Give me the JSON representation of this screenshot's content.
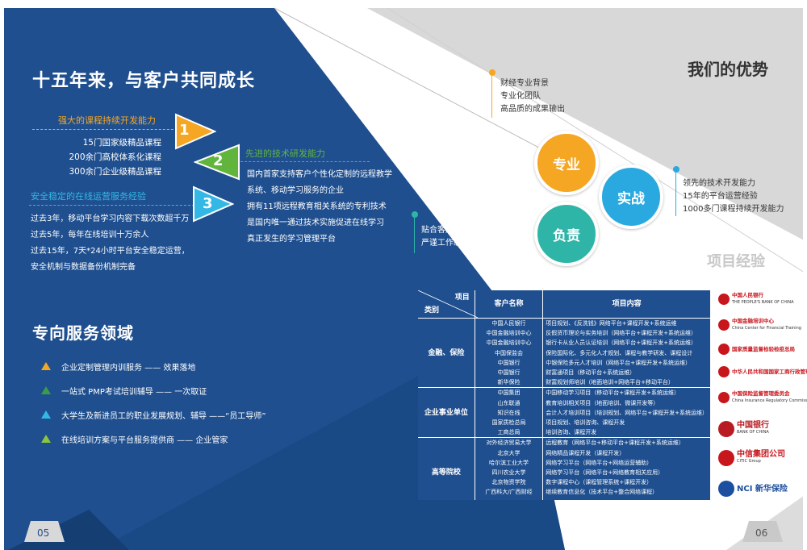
{
  "left": {
    "title": "十五年来，与客户共同成长",
    "item1": {
      "heading": "强大的课程持续开发能力",
      "num": "1",
      "lines": [
        "15门国家级精品课程",
        "200余门高校体系化课程",
        "300余门企业级精品课程"
      ]
    },
    "item2": {
      "heading": "先进的技术研发能力",
      "num": "2",
      "lines": [
        "国内首家支持客户个性化定制的远程教学",
        "系统、移动学习服务的企业",
        "拥有11项远程教育相关系统的专利技术",
        "是国内唯一通过技术实施促进在线学习",
        "真正发生的学习管理平台"
      ]
    },
    "item3": {
      "heading": "安全稳定的在线运营服务经验",
      "num": "3",
      "lines": [
        "过去3年，移动平台学习内容下载次数超千万",
        "过去5年，每年在线培训十万余人",
        "过去15年，7天*24小时平台安全稳定运营，",
        "安全机制与数据备份机制完备"
      ]
    },
    "service_title": "专向服务领域",
    "services": [
      {
        "text": "企业定制管理内训服务 —— 效果落地",
        "color": "#f5a623"
      },
      {
        "text": "一站式 PMP考试培训辅导 —— 一次取证",
        "color": "#3a9c4a"
      },
      {
        "text": "大学生及新进员工的职业发展规划、辅导 ——“员工导师”",
        "color": "#33b8e6"
      },
      {
        "text": "在线培训方案与平台服务提供商 —— 企业管家",
        "color": "#8cc63f"
      }
    ],
    "page_num": "05"
  },
  "right": {
    "title": "我们的优势",
    "circles": {
      "zhuanye": {
        "label": "专业",
        "color": "#f5a623"
      },
      "shizhan": {
        "label": "实战",
        "color": "#29a9e0"
      },
      "fuze": {
        "label": "负责",
        "color": "#2eb5a8"
      }
    },
    "note_zhuanye": [
      "财经专业背景",
      "专业化团队",
      "高品质的成果输出"
    ],
    "note_shizhan": [
      "领先的技术开发能力",
      "15年的平台运营经验",
      "1000多门课程持续开发能力"
    ],
    "note_fuze": [
      "贴合客户需求，提升客户需求",
      "严谨工作态度，确保稳定运营"
    ],
    "project_title": "项目经验",
    "table": {
      "corner_top": "项目",
      "corner_bottom": "类别",
      "col_client": "客户名称",
      "col_content": "项目内容",
      "groups": [
        {
          "name": "金融、保险",
          "rows": [
            [
              "中国人民银行",
              "项目规划、《反洗钱》网络平台+课程开发+系统运维"
            ],
            [
              "中国金融培训中心",
              "反假货币理论与实务培训（网络平台+课程开发+系统运维）"
            ],
            [
              "中国金融培训中心",
              "银行卡从业人员认证培训（网络平台+课程开发+系统运维）"
            ],
            [
              "中国保监会",
              "保险国际化、多元化人才规划、课程与教学研发、课程设计"
            ],
            [
              "中国银行",
              "中银保险多元人才培训（网络平台+课程开发+系统运维）"
            ],
            [
              "中国银行",
              "财富通项目（移动平台+系统运维）"
            ],
            [
              "新华保险",
              "财富规划师培训（地面培训+网络平台+移动平台）"
            ]
          ]
        },
        {
          "name": "企业事业单位",
          "rows": [
            [
              "中国集团",
              "中国移动学习项目（移动平台+课程开发+系统运维）"
            ],
            [
              "山东联通",
              "教育培训相关项目（地面培训、微课开发等）"
            ],
            [
              "知识在线",
              "会计人才培训项目（培训规划、网络平台+课程开发+系统运维）"
            ],
            [
              "国家质检总局",
              "项目规划、培训咨询、课程开发"
            ],
            [
              "工商总局",
              "培训咨询、课程开发"
            ]
          ]
        },
        {
          "name": "高等院校",
          "rows": [
            [
              "对外经济贸易大学",
              "远程教育（网络平台+移动平台+课程开发+系统运维）"
            ],
            [
              "北京大学",
              "网络精品课程开发（课程开发）"
            ],
            [
              "哈尔滨工业大学",
              "网络学习平台（网络平台+网络运营辅助）"
            ],
            [
              "四川农业大学",
              "网络学习平台（网络平台+网络教育相关应用）"
            ],
            [
              "北京物资学院",
              "数字课程中心（课程管理系统+课程开发）"
            ],
            [
              "广西科大/广西财经",
              "继续教育信息化（技术平台+整合网络课程）"
            ],
            [
              "……",
              ""
            ]
          ]
        }
      ]
    },
    "logos": [
      {
        "name": "中国人民银行",
        "sub": "THE PEOPLE'S BANK OF CHINA",
        "color": "#c8161d"
      },
      {
        "name": "中国金融培训中心",
        "sub": "China Center for Financial Training",
        "color": "#c8161d"
      },
      {
        "name": "国家质量监督检验检疫总局",
        "sub": "",
        "color": "#c8161d"
      },
      {
        "name": "中华人民共和国国家工商行政管理总局",
        "sub": "",
        "color": "#c8161d"
      },
      {
        "name": "中国保险监督管理委员会",
        "sub": "China Insurance Regulatory Commission",
        "color": "#c8161d"
      },
      {
        "name": "中国银行",
        "sub": "BANK OF CHINA",
        "color": "#b81c22"
      },
      {
        "name": "中信集团公司",
        "sub": "CITIC Group",
        "color": "#c8161d"
      },
      {
        "name": "NCI 新华保险",
        "sub": "",
        "color": "#1d4fa0"
      }
    ],
    "page_num": "06"
  }
}
